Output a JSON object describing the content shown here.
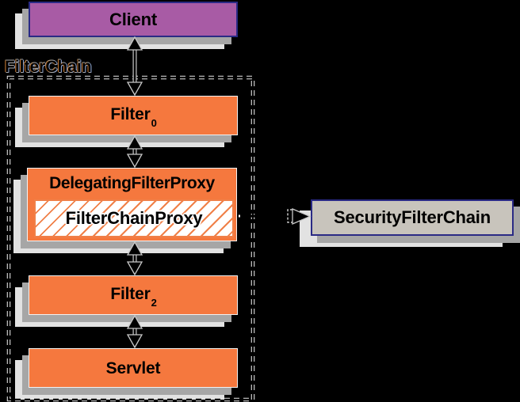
{
  "diagram": {
    "group": {
      "label": "FilterChain"
    },
    "nodes": {
      "client": {
        "label": "Client"
      },
      "filter0": {
        "label": "Filter",
        "subscript": "0"
      },
      "delegating_filter_proxy": {
        "label": "DelegatingFilterProxy"
      },
      "filter_chain_proxy": {
        "label": "FilterChainProxy"
      },
      "filter2": {
        "label": "Filter",
        "subscript": "2"
      },
      "servlet": {
        "label": "Servlet"
      },
      "security_filter_chain": {
        "label": "SecurityFilterChain"
      }
    },
    "edges": [
      {
        "from": "client",
        "to": "filter0",
        "style": "double-arrow"
      },
      {
        "from": "filter0",
        "to": "delegating_filter_proxy",
        "style": "double-arrow"
      },
      {
        "from": "delegating_filter_proxy",
        "to": "filter2",
        "style": "double-arrow"
      },
      {
        "from": "filter2",
        "to": "servlet",
        "style": "double-arrow"
      },
      {
        "from": "filter_chain_proxy",
        "to": "security_filter_chain",
        "style": "dashed-arrow"
      }
    ],
    "colors": {
      "background": "#000000",
      "client_fill": "#A85BA5",
      "box_border_navy": "#2A2A85",
      "filter_fill": "#F5783E",
      "hatch_line": "#F08048",
      "proxy_inner_fill": "#FFFFFF",
      "security_chain_fill": "#C8C4BC",
      "shadow_mid": "#A6A6A6",
      "shadow_light": "#E2E2E2",
      "arrow_color": "#000000",
      "arrow_casing": "#C8C8C8",
      "group_dash_casing": "#E8E8E8",
      "group_dash_core": "#000000",
      "text_color": "#000000"
    }
  }
}
